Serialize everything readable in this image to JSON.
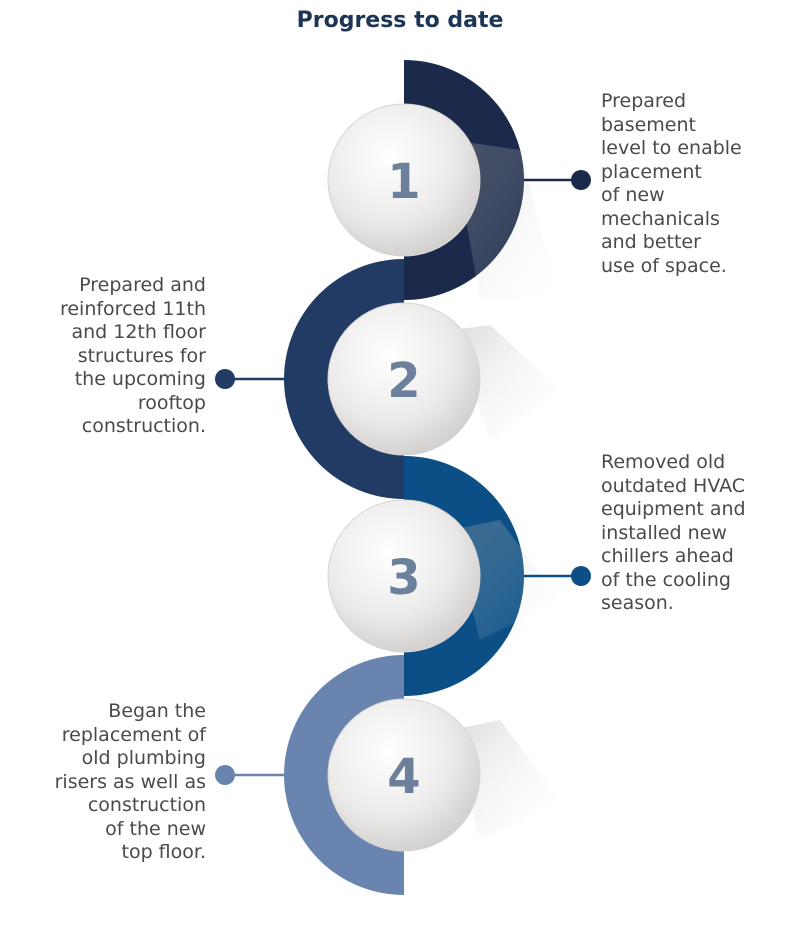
{
  "title": "Progress to date",
  "colors": {
    "step1": "#1b2a4a",
    "step2": "#213b64",
    "step3": "#0b4f86",
    "step4": "#6a84b0",
    "number": "#6c7f9b",
    "text": "#4a4a4a",
    "title": "#1c3557"
  },
  "steps": [
    {
      "number": "1",
      "side": "right",
      "text": "Prepared\nbasement\nlevel to enable\nplacement\nof new\nmechanicals\nand better\nuse of space."
    },
    {
      "number": "2",
      "side": "left",
      "text": "Prepared and\nreinforced 11th\nand 12th floor\nstructures for\nthe upcoming\nrooftop\nconstruction."
    },
    {
      "number": "3",
      "side": "right",
      "text": "Removed old\noutdated HVAC\nequipment and\ninstalled new\nchillers ahead\nof the cooling\nseason."
    },
    {
      "number": "4",
      "side": "left",
      "text": "Began the\nreplacement of\nold plumbing\nrisers as well as\nconstruction\nof the new\ntop floor."
    }
  ]
}
